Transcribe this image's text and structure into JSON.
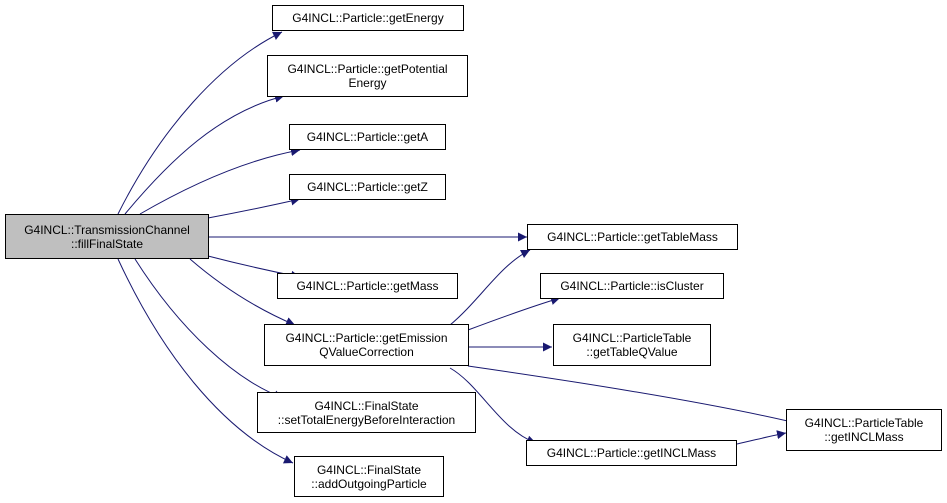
{
  "colors": {
    "edge": "#191970",
    "root_fill": "#bfbfbf",
    "node_fill": "#ffffff",
    "node_border": "#000000"
  },
  "nodes": {
    "root": {
      "line1": "G4INCL::TransmissionChannel",
      "line2": "::fillFinalState"
    },
    "getEnergy": {
      "line1": "G4INCL::Particle::getEnergy"
    },
    "getPotentialEnergy": {
      "line1": "G4INCL::Particle::getPotential",
      "line2": "Energy"
    },
    "getA": {
      "line1": "G4INCL::Particle::getA"
    },
    "getZ": {
      "line1": "G4INCL::Particle::getZ"
    },
    "getMass": {
      "line1": "G4INCL::Particle::getMass"
    },
    "getEmissionQValueCorrection": {
      "line1": "G4INCL::Particle::getEmission",
      "line2": "QValueCorrection"
    },
    "setTotalEnergyBeforeInteraction": {
      "line1": "G4INCL::FinalState",
      "line2": "::setTotalEnergyBeforeInteraction"
    },
    "addOutgoingParticle": {
      "line1": "G4INCL::FinalState",
      "line2": "::addOutgoingParticle"
    },
    "getTableMass": {
      "line1": "G4INCL::Particle::getTableMass"
    },
    "isCluster": {
      "line1": "G4INCL::Particle::isCluster"
    },
    "getTableQValue": {
      "line1": "G4INCL::ParticleTable",
      "line2": "::getTableQValue"
    },
    "getINCLMassParticle": {
      "line1": "G4INCL::Particle::getINCLMass"
    },
    "getINCLMassTable": {
      "line1": "G4INCL::ParticleTable",
      "line2": "::getINCLMass"
    }
  }
}
